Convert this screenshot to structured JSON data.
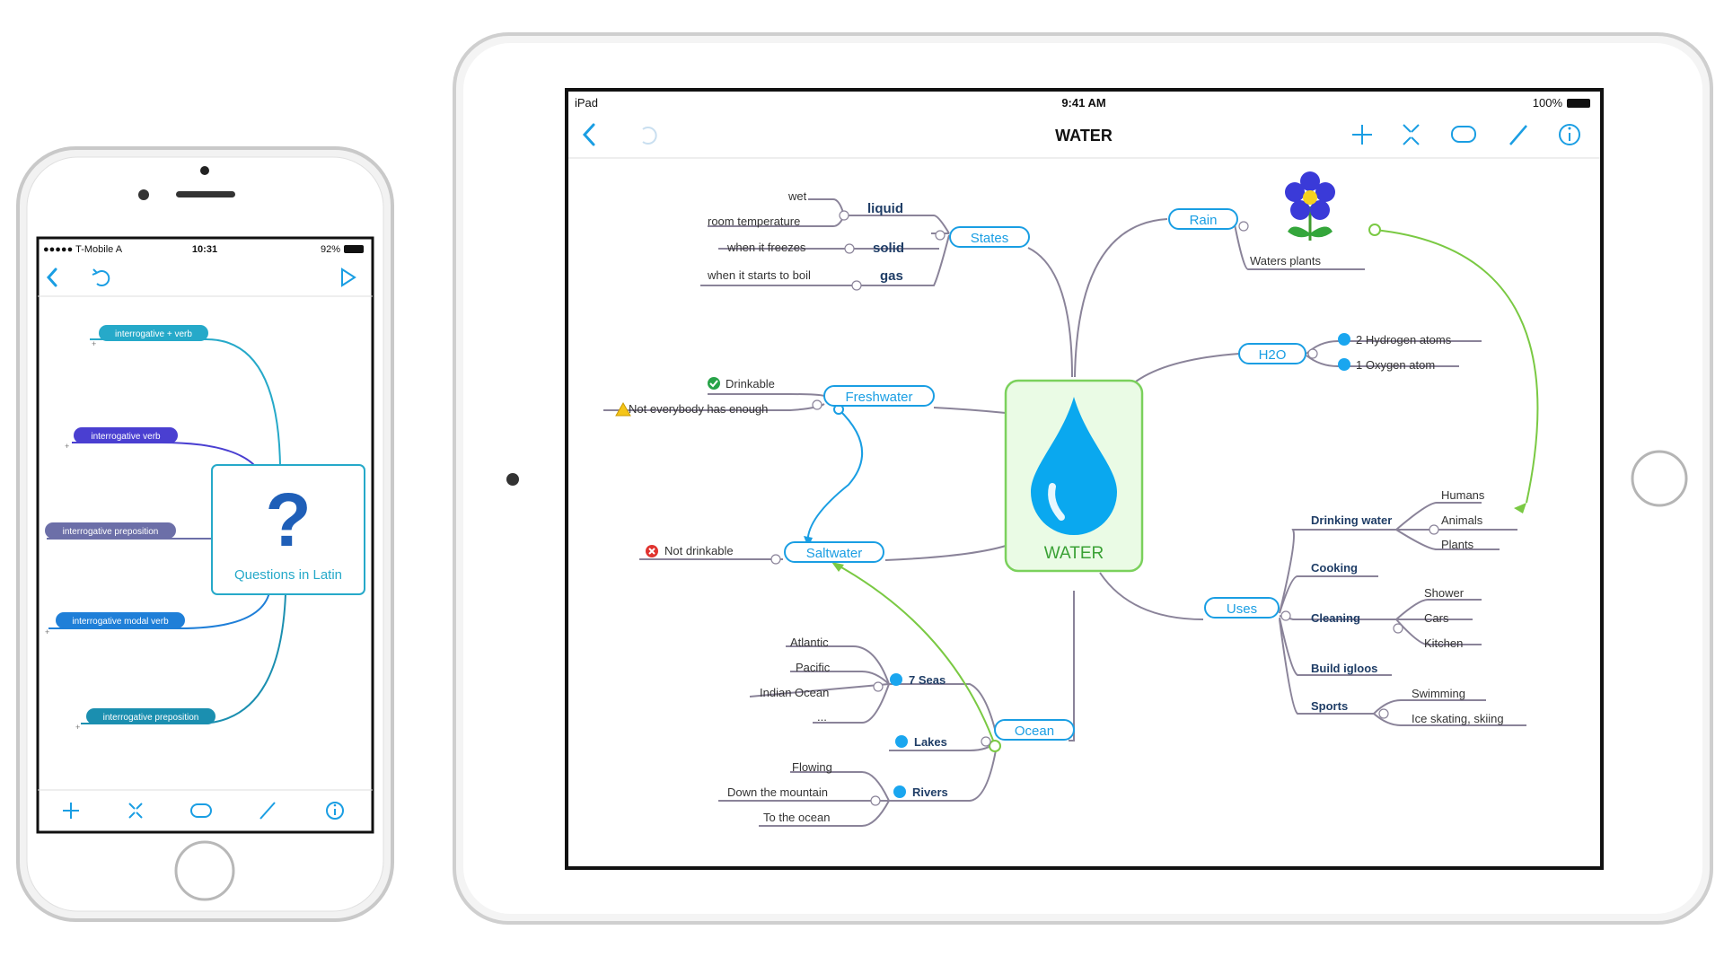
{
  "phone": {
    "status": {
      "carrier": "●●●●● T-Mobile A",
      "time": "10:31",
      "battery": "92%"
    },
    "toolbar_icons": [
      "back-chevron-icon",
      "undo-icon",
      "play-icon"
    ],
    "bottom_icons": [
      "add-icon",
      "collapse-icon",
      "note-icon",
      "brush-icon",
      "info-icon"
    ],
    "center": {
      "label": "Questions in Latin",
      "symbol": "?"
    },
    "branches": [
      {
        "label": "interrogative + verb",
        "color": "#26a9c9"
      },
      {
        "label": "interrogative verb",
        "color": "#4a3fd1"
      },
      {
        "label": "interrogative preposition",
        "color": "#6c6fa8"
      },
      {
        "label": "interrogative modal verb",
        "color": "#1f7fd8"
      },
      {
        "label": "interrogative preposition",
        "color": "#1b8fb0"
      }
    ]
  },
  "tablet": {
    "status": {
      "device": "iPad",
      "time": "9:41 AM",
      "battery": "100%"
    },
    "title": "WATER",
    "center": {
      "label": "WATER"
    },
    "colors": {
      "accent": "#1a9ee3",
      "center_bg": "#eafbe5",
      "center_border": "#7bd15c",
      "drop": "#0aa8ef",
      "arrow_green": "#7ac943",
      "arrow_blue": "#1a9ee3",
      "line": "#8a8399"
    },
    "nodes": {
      "states": "States",
      "liquid": "liquid",
      "solid": "solid",
      "gas": "gas",
      "wet": "wet",
      "room_temperature": "room temperature",
      "when_it_freezes": "when it freezes",
      "when_it_starts_to_boil": "when it starts to boil",
      "rain": "Rain",
      "waters_plants": "Waters plants",
      "h2o": "H2O",
      "hydrogen": "2 Hydrogen atoms",
      "oxygen": "1 Oxygen atom",
      "freshwater": "Freshwater",
      "drinkable": "Drinkable",
      "not_everybody": "Not everybody has enough",
      "saltwater": "Saltwater",
      "not_drinkable": "Not drinkable",
      "uses": "Uses",
      "drinking_water": "Drinking water",
      "humans": "Humans",
      "animals": "Animals",
      "plants": "Plants",
      "cooking": "Cooking",
      "cleaning": "Cleaning",
      "shower": "Shower",
      "cars": "Cars",
      "kitchen": "Kitchen",
      "build_igloos": "Build igloos",
      "sports": "Sports",
      "swimming": "Swimming",
      "ice_skating": "Ice skating, skiing",
      "ocean": "Ocean",
      "seven_seas": "7 Seas",
      "atlantic": "Atlantic",
      "pacific": "Pacific",
      "indian_ocean": "Indian Ocean",
      "ellipsis": "...",
      "lakes": "Lakes",
      "rivers": "Rivers",
      "flowing": "Flowing",
      "down_the_mountain": "Down the mountain",
      "to_the_ocean": "To the ocean"
    }
  }
}
